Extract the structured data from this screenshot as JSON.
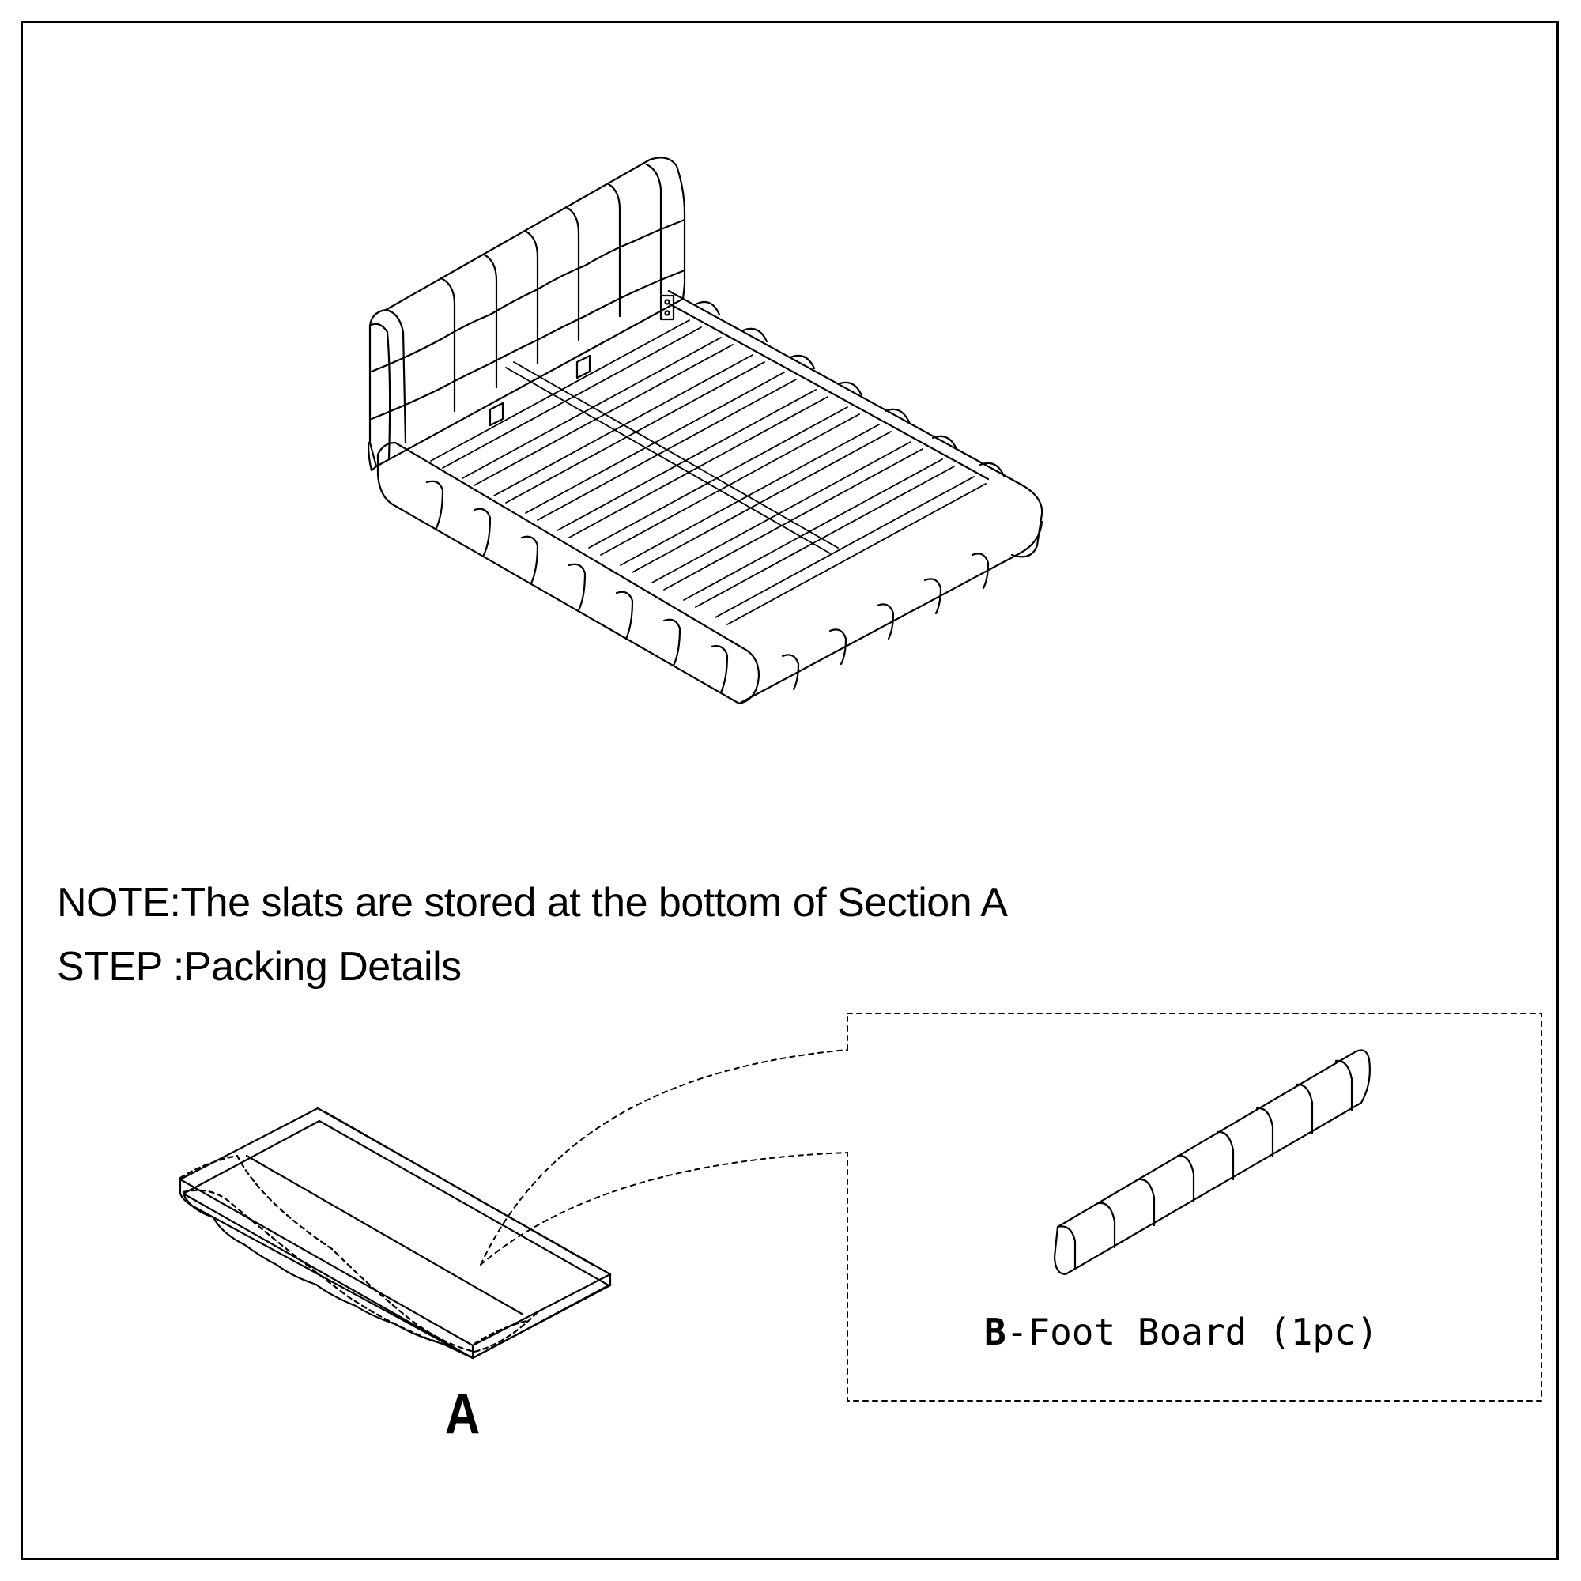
{
  "note_text": "NOTE:The slats are stored at the bottom of Section A",
  "step_text": "STEP :Packing Details",
  "section_a_label": "A",
  "section_b": {
    "code": "B",
    "label": "-Foot Board (1pc)"
  }
}
